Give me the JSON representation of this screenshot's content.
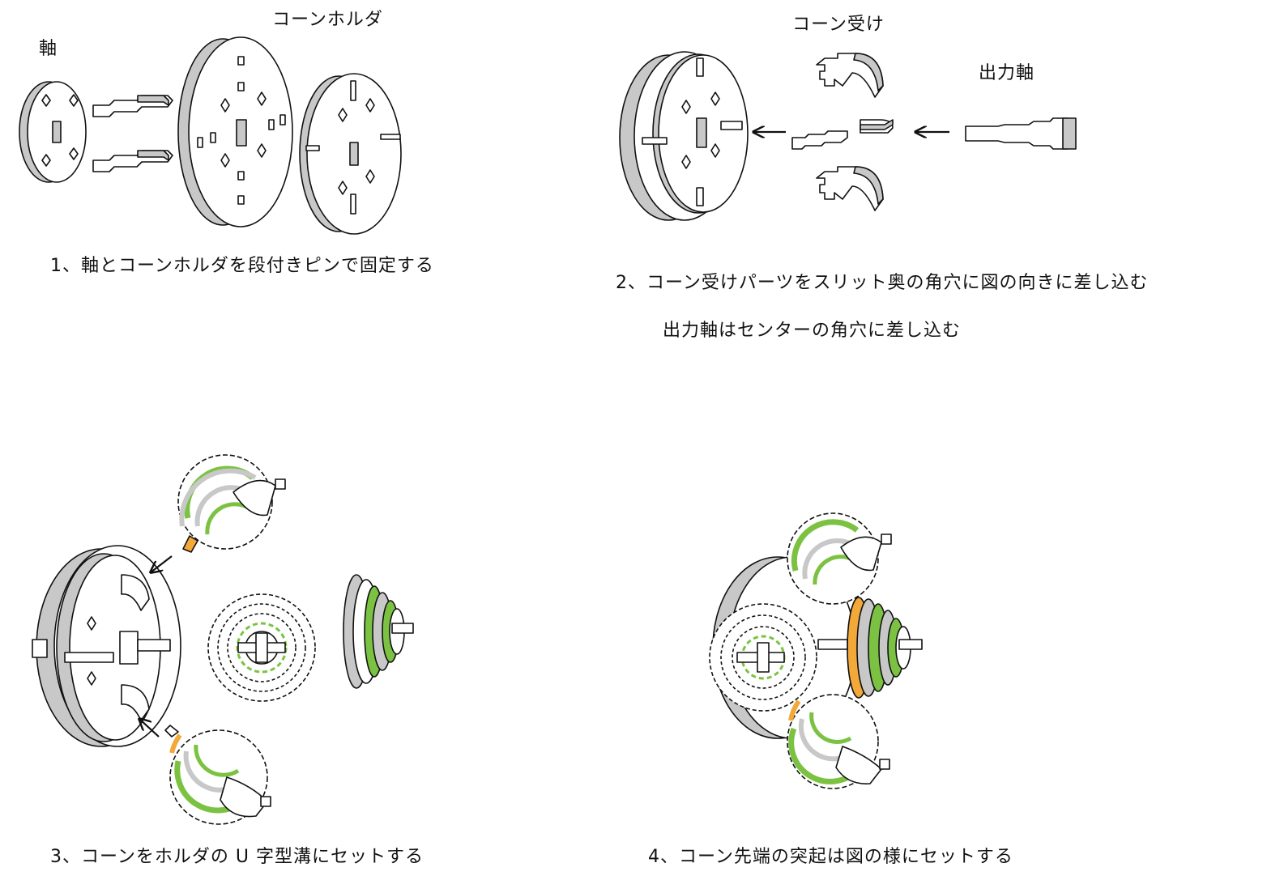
{
  "steps": {
    "step1": {
      "label_shaft": "軸",
      "label_cone_holder": "コーンホルダ",
      "caption": "1、軸とコーンホルダを段付きピンで固定する"
    },
    "step2": {
      "label_cone_receiver": "コーン受け",
      "label_output_shaft": "出力軸",
      "caption_line1": "2、コーン受けパーツをスリット奥の角穴に図の向きに差し込む",
      "caption_line2": "出力軸はセンターの角穴に差し込む"
    },
    "step3": {
      "caption": "3、コーンをホルダの U 字型溝にセットする"
    },
    "step4": {
      "caption": "4、コーン先端の突起は図の様にセットする"
    }
  },
  "colors": {
    "outline": "#111111",
    "side_gray": "#c8c8c8",
    "green": "#7cc242",
    "orange": "#f3a93a",
    "fill": "#ffffff"
  }
}
